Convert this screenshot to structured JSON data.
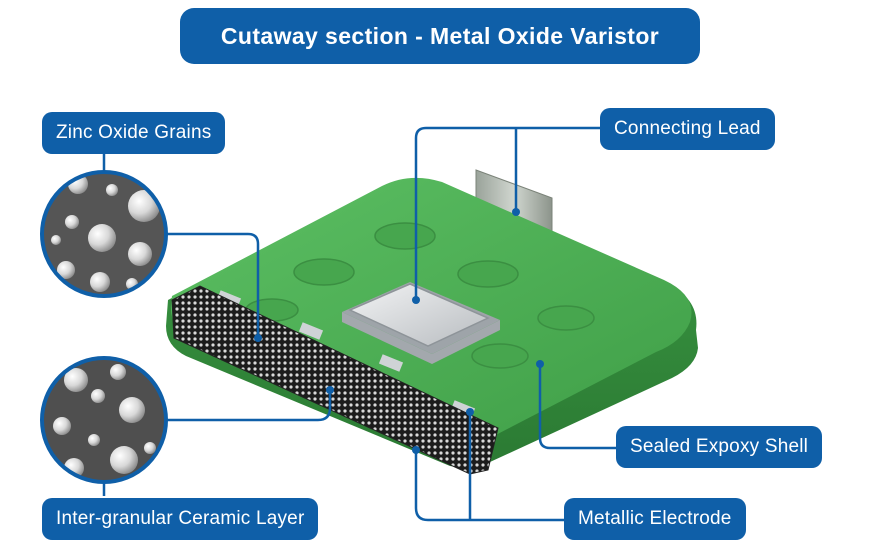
{
  "title": "Cutaway section - Metal Oxide Varistor",
  "labels": {
    "zinc_oxide_grains": "Zinc Oxide Grains",
    "connecting_lead": "Connecting Lead",
    "sealed_epoxy_shell": "Sealed Expoxy Shell",
    "inter_granular_layer": "Inter-granular Ceramic Layer",
    "metallic_electrode": "Metallic Electrode"
  },
  "colors": {
    "label_bg": "#0f5fa8",
    "label_text": "#ffffff",
    "epoxy_green": "#4caf50",
    "epoxy_green_dark": "#2e7d32",
    "callout_line": "#0f5fa8",
    "grain_bg": "#5a5a5a",
    "electrode_silver": "#c8ccd0"
  }
}
